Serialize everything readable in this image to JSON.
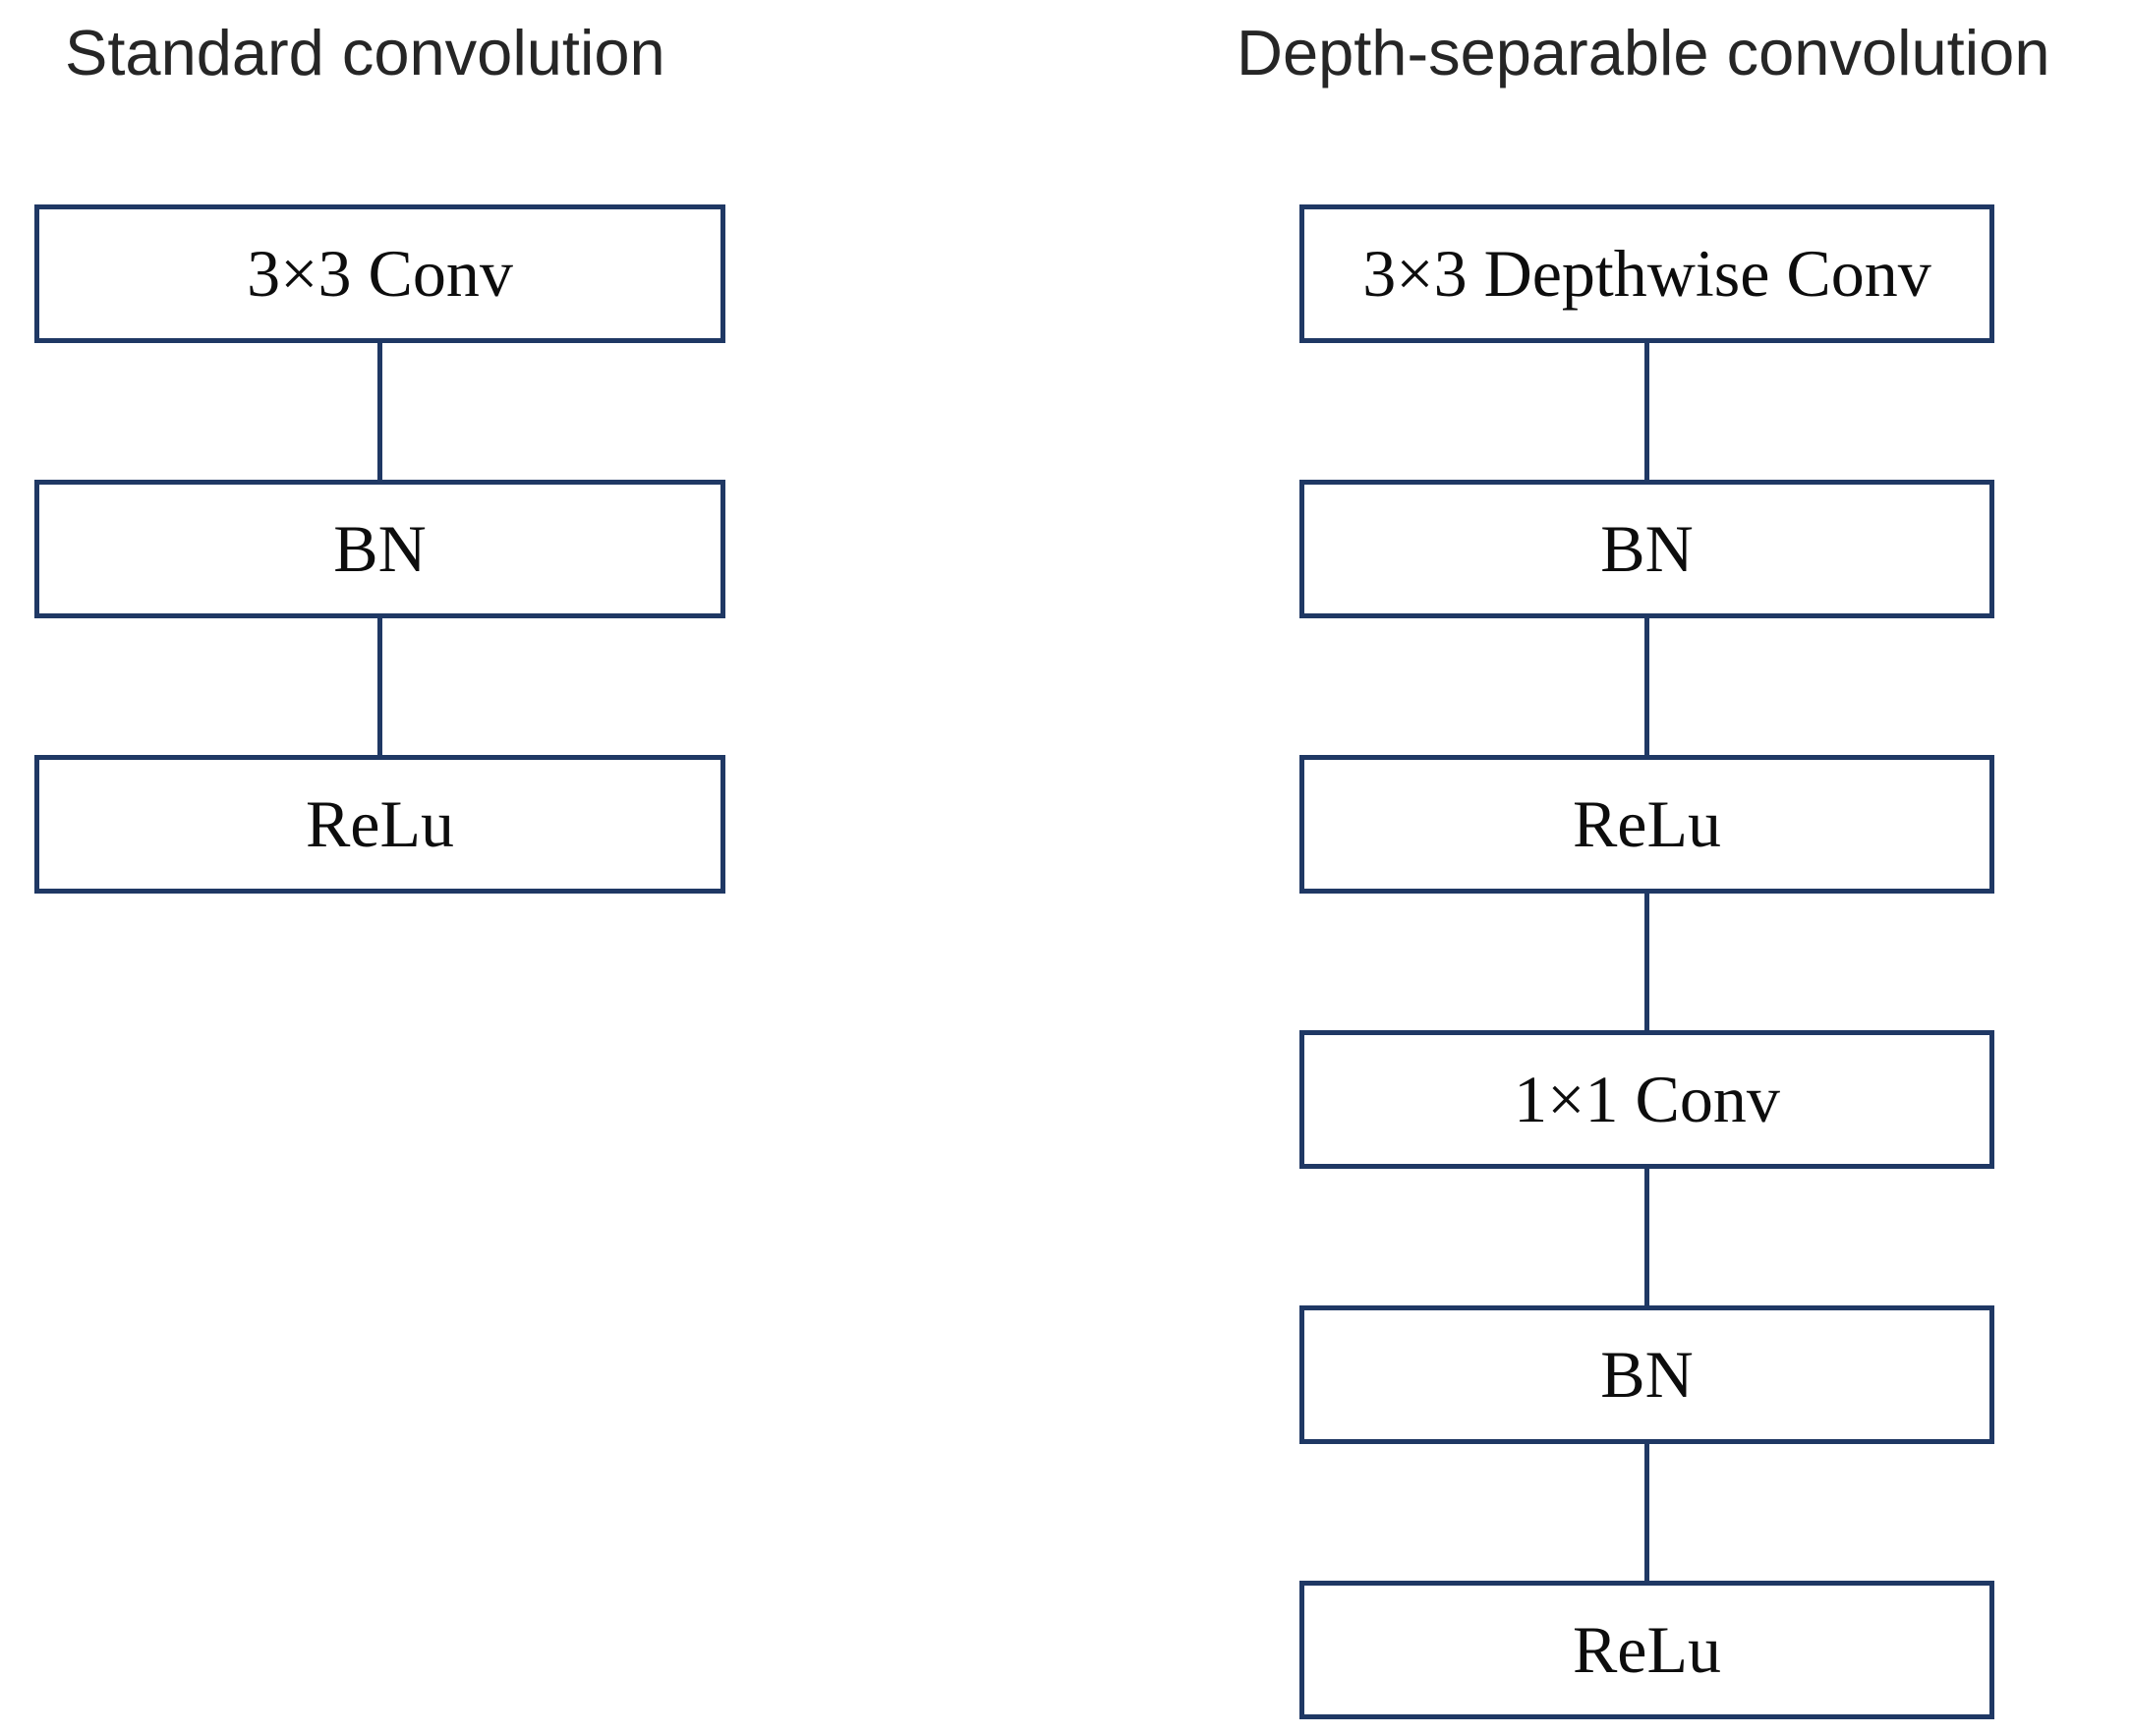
{
  "figure": {
    "type": "flow-diagram",
    "description_visible": false
  },
  "colors": {
    "background": "#ffffff",
    "box_border": "#1f3864",
    "connector": "#1f3864",
    "box_fill": "#ffffff",
    "box_text": "#0d0d0d",
    "title_text": "#262626"
  },
  "left_column": {
    "title": "Standard convolution",
    "boxes": [
      {
        "label": "3×3 Conv"
      },
      {
        "label": "BN"
      },
      {
        "label": "ReLu"
      }
    ]
  },
  "right_column": {
    "title": "Depth-separable convolution",
    "boxes": [
      {
        "label": "3×3 Depthwise Conv"
      },
      {
        "label": "BN"
      },
      {
        "label": "ReLu"
      },
      {
        "label": "1×1 Conv"
      },
      {
        "label": "BN"
      },
      {
        "label": "ReLu"
      }
    ]
  }
}
